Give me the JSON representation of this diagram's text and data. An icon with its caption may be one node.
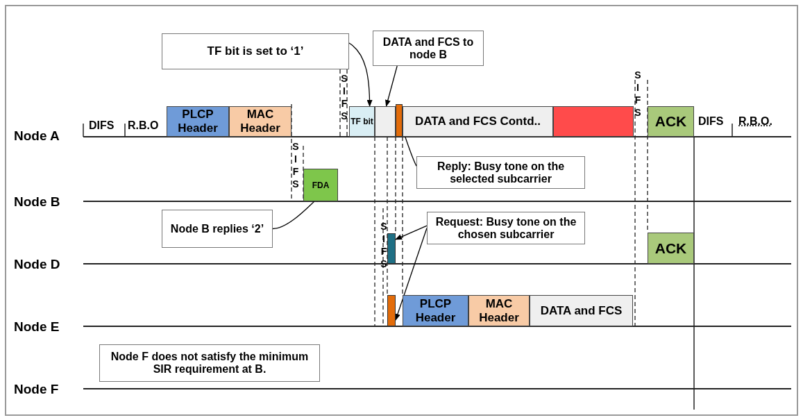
{
  "diagram": {
    "nodes": [
      {
        "text": [
          "TF bit is set to ‘1’"
        ]
      },
      {
        "text": [
          "DATA and FCS to node B"
        ]
      },
      {
        "text": [
          "PLCP Header"
        ]
      },
      {
        "text": [
          "MAC Header"
        ]
      },
      {
        "text": [
          "TF bit"
        ]
      },
      {
        "text": [],
        "shape": "box"
      },
      {
        "text": [],
        "shape": "bar"
      },
      {
        "text": [
          "DATA and FCS Contd.."
        ]
      },
      {
        "text": [],
        "shape": "box"
      },
      {
        "text": [
          "ACK"
        ]
      },
      {
        "text": [
          "Reply: Busy tone on the selected subcarrier"
        ]
      },
      {
        "text": [
          "FDA"
        ]
      },
      {
        "text": [
          "Node B replies ‘2’"
        ]
      },
      {
        "text": [
          "Request: Busy tone on the chosen subcarrier"
        ]
      },
      {
        "text": [],
        "shape": "bar"
      },
      {
        "text": [
          "ACK"
        ]
      },
      {
        "text": [],
        "shape": "bar"
      },
      {
        "text": [
          "PLCP Header"
        ]
      },
      {
        "text": [
          "MAC Header"
        ]
      },
      {
        "text": [
          "DATA and FCS"
        ]
      },
      {
        "text": [
          "Node F does not satisfy the minimum SIR requirement at B."
        ]
      }
    ],
    "edges": [
      {
        "from": 0,
        "to": 4,
        "arrow": "to"
      },
      {
        "from": 1,
        "to": 5,
        "arrow": "to"
      },
      {
        "from": 10,
        "to": 6,
        "arrow": "to"
      },
      {
        "from": 12,
        "to": 11,
        "arrow": "to"
      },
      {
        "from": 13,
        "to": 14,
        "arrow": "to"
      },
      {
        "from": 13,
        "to": 16,
        "arrow": "to"
      }
    ],
    "labels": [
      "SIFS",
      "SIFS",
      "DIFS",
      "R.B.O",
      "DIFS",
      "R.B.O.",
      "Node A",
      "SIFS",
      "Node B",
      "SIFS",
      "Node D",
      "Node E",
      "Node F"
    ]
  }
}
